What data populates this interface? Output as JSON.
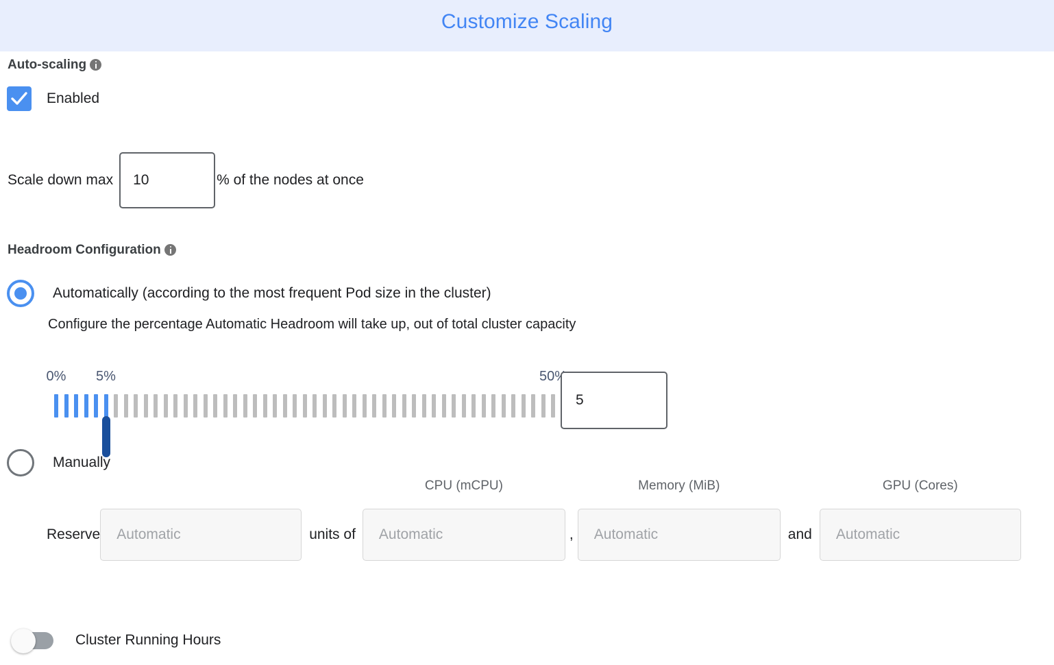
{
  "header": {
    "title": "Customize Scaling",
    "bg_color": "#e8eefd",
    "title_color": "#4285f4"
  },
  "autoscaling": {
    "section_label": "Auto-scaling",
    "info_icon": "info-icon",
    "checkbox_label": "Enabled",
    "checkbox_checked": true,
    "checkbox_color": "#4a90f0",
    "scale_down": {
      "label": "Scale down max",
      "value": "10",
      "suffix": "% of the nodes at once"
    }
  },
  "headroom": {
    "section_label": "Headroom Configuration",
    "info_icon": "info-icon",
    "option_auto": {
      "label": "Automatically (according to the most frequent Pod size in the cluster)",
      "sublabel": "Configure the percentage Automatic Headroom will take up, out of total cluster capacity",
      "selected": true
    },
    "slider": {
      "min_label": "0%",
      "current_label": "5%",
      "max_label": "50%",
      "min": 0,
      "max": 50,
      "value": 5,
      "value_text": "5",
      "tick_count": 51,
      "filled_color": "#4a90f0",
      "empty_color": "#bdbdbd",
      "thumb_color": "#1a4f9c",
      "label_color": "#495670"
    },
    "option_manual": {
      "label": "Manually",
      "selected": false
    },
    "manual_fields": {
      "reserve_label": "Reserve",
      "units_of": "units of",
      "comma": ",",
      "and": "and",
      "column_labels": [
        "CPU (mCPU)",
        "Memory (MiB)",
        "GPU (Cores)"
      ],
      "inputs": [
        {
          "name": "reserve-units",
          "placeholder": "Automatic",
          "value": ""
        },
        {
          "name": "cpu-mcpu",
          "placeholder": "Automatic",
          "value": ""
        },
        {
          "name": "memory-mib",
          "placeholder": "Automatic",
          "value": ""
        },
        {
          "name": "gpu-cores",
          "placeholder": "Automatic",
          "value": ""
        }
      ]
    }
  },
  "cluster_running_hours": {
    "label": "Cluster Running Hours",
    "enabled": false,
    "track_color": "#9aa0a6"
  }
}
